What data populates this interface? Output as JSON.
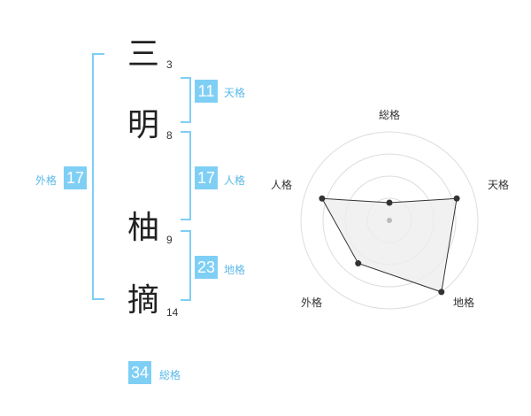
{
  "name": {
    "characters": [
      {
        "char": "三",
        "strokes": "3"
      },
      {
        "char": "明",
        "strokes": "8"
      },
      {
        "char": "柚",
        "strokes": "9"
      },
      {
        "char": "摘",
        "strokes": "14"
      }
    ]
  },
  "fortunes": {
    "tenkaku": {
      "value": "11",
      "label": "天格"
    },
    "jinkaku": {
      "value": "17",
      "label": "人格"
    },
    "chikaku": {
      "value": "23",
      "label": "地格"
    },
    "gaikaku": {
      "value": "17",
      "label": "外格"
    },
    "soukaku": {
      "value": "34",
      "label": "総格"
    }
  },
  "colors": {
    "accent": "#7fcff5",
    "label": "#5bb9e8",
    "radar_fill": "#eeeeee",
    "radar_line": "#333333"
  },
  "chart_data": {
    "type": "radar",
    "axes": [
      "総格",
      "天格",
      "地格",
      "外格",
      "人格"
    ],
    "values": [
      1,
      4,
      5,
      3,
      4
    ],
    "range": [
      0,
      5
    ],
    "rings": 4
  }
}
